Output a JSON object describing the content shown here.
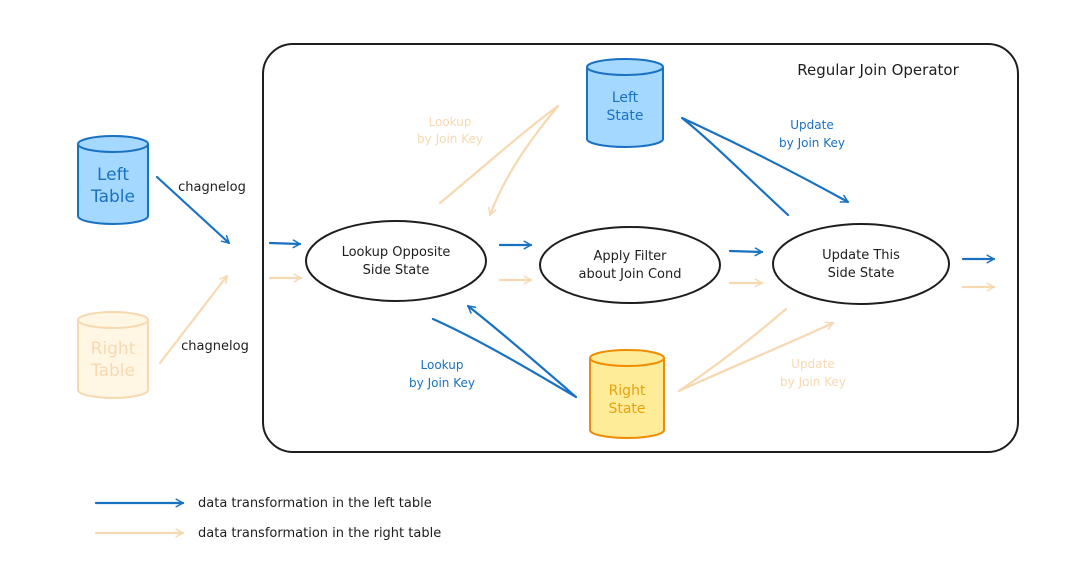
{
  "operator": {
    "title": "Regular Join Operator"
  },
  "tables": {
    "left": {
      "line1": "Left",
      "line2": "Table"
    },
    "right": {
      "line1": "Right",
      "line2": "Table"
    }
  },
  "states": {
    "left": {
      "line1": "Left",
      "line2": "State"
    },
    "right": {
      "line1": "Right",
      "line2": "State"
    }
  },
  "processes": {
    "lookup": {
      "line1": "Lookup Opposite",
      "line2": "Side State"
    },
    "filter": {
      "line1": "Apply Filter",
      "line2": "about Join Cond"
    },
    "update": {
      "line1": "Update This",
      "line2": "Side State"
    }
  },
  "labels": {
    "changelog_left": "chagnelog",
    "changelog_right": "chagnelog",
    "lookup_left_line1": "Lookup",
    "lookup_left_line2": "by Join Key",
    "update_left_line1": "Update",
    "update_left_line2": "by Join Key",
    "lookup_right_line1": "Lookup",
    "lookup_right_line2": "by Join Key",
    "update_right_line1": "Update",
    "update_right_line2": "by Join Key"
  },
  "legend": {
    "left": "data transformation in the left table",
    "right": "data transformation in the right table"
  },
  "colors": {
    "blue": "#1971c2",
    "blue_fill": "#a5d8ff",
    "faint": "#f7d9b1",
    "faint_fill": "#fff6e4",
    "yellow_fill": "#ffec99",
    "yellow_stroke": "#f08c00",
    "dark": "#1e1e1e"
  }
}
